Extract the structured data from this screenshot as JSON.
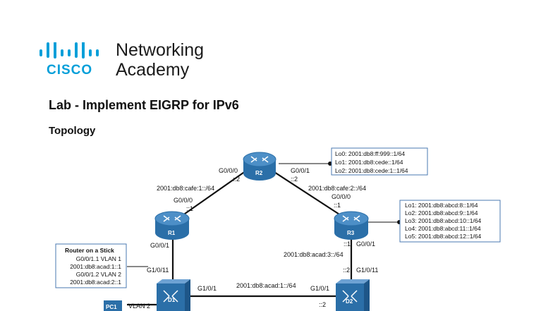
{
  "logo": {
    "networking": "Networking",
    "cisco": "CISCO",
    "academy": "Academy"
  },
  "title": "Lab - Implement EIGRP for IPv6",
  "subtitle": "Topology",
  "devices": {
    "r1": "R1",
    "r2": "R2",
    "r3": "R3",
    "d1": "D1",
    "d2": "D2",
    "pc1": "PC1"
  },
  "links": {
    "r2_left_if": "G0/0/0",
    "r2_left_ip": "::2",
    "r2_right_if": "G0/0/1",
    "r2_right_ip": "::2",
    "r1_r2_net": "2001:db8:cafe:1::/64",
    "r2_r3_net": "2001:db8:cafe:2::/64",
    "r1_up_if": "G0/0/0",
    "r1_up_ip": "::1",
    "r3_up_if": "G0/0/0",
    "r3_up_ip": "::1",
    "r1_down_if": "G0/0/1",
    "d1_up_if": "G1/0/11",
    "r3_down_ip": "::1",
    "r3_down_if": "G0/0/1",
    "r3_d2_net": "2001:db8:acad:3::/64",
    "d2_up_ip": "::2",
    "d2_up_if": "G1/0/11",
    "d1_right_if": "G1/0/1",
    "d1_d2_net": "2001:db8:acad:1::/64",
    "d2_left_if": "G1/0/1",
    "d2_left_ip": "::2",
    "pc1_vlan": "VLAN 2"
  },
  "r2_loopbacks": [
    "Lo0: 2001:db8:ff:999::1/64",
    "Lo1: 2001:db8:cede::1/64",
    "Lo2: 2001:db8:cede:1::1/64"
  ],
  "r3_loopbacks": [
    "Lo1: 2001:db8:abcd:8::1/64",
    "Lo2: 2001:db8:abcd:9::1/64",
    "Lo3: 2001:db8:abcd:10::1/64",
    "Lo4: 2001:db8:abcd:11::1/64",
    "Lo5: 2001:db8:abcd:12::1/64"
  ],
  "router_on_stick": {
    "heading": "Router on a Stick",
    "lines": [
      "G0/0/1.1 VLAN 1",
      "2001:db8:acad:1::1",
      "G0/0/1.2 VLAN 2",
      "2001:db8:acad:2::1"
    ]
  },
  "colors": {
    "cisco_blue": "#049fd9",
    "device_blue": "#2b6fa8",
    "box_border": "#4a78b0"
  }
}
